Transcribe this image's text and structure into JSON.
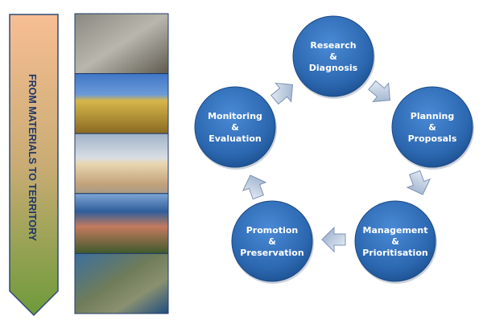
{
  "banner": {
    "label": "FROM MATERIALS TO TERRITORY"
  },
  "photos": [
    {
      "name": "cathedral-portal-photo"
    },
    {
      "name": "baroque-cathedral-photo"
    },
    {
      "name": "town-square-houses-photo"
    },
    {
      "name": "coastal-town-photo"
    },
    {
      "name": "aerial-island-photo"
    }
  ],
  "cycle": {
    "steps": [
      {
        "line1": "Research",
        "amp": "&",
        "line2": "Diagnosis"
      },
      {
        "line1": "Planning",
        "amp": "&",
        "line2": "Proposals"
      },
      {
        "line1": "Management",
        "amp": "&",
        "line2": "Prioritisation"
      },
      {
        "line1": "Promotion",
        "amp": "&",
        "line2": "Preservation"
      },
      {
        "line1": "Monitoring",
        "amp": "&",
        "line2": "Evaluation"
      }
    ]
  },
  "colors": {
    "circle": "#2e6cb5",
    "banner_top": "#f6bf92",
    "banner_bottom": "#6f9a3c",
    "arrow": "#b9c9e0"
  }
}
